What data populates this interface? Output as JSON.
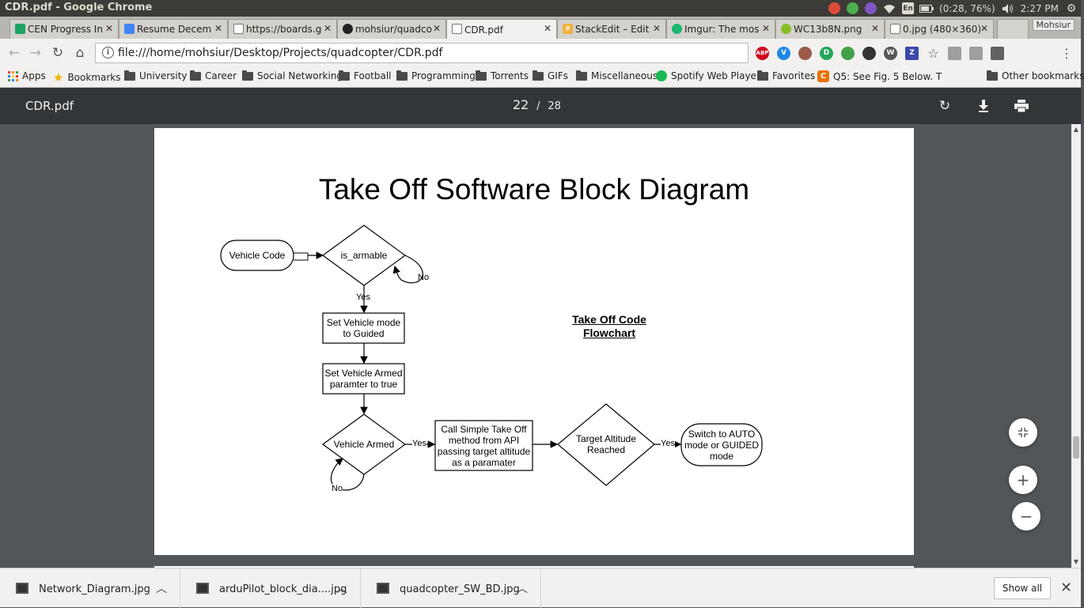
{
  "os": {
    "window_title": "CDR.pdf - Google Chrome",
    "battery": "(0:28, 76%)",
    "time": "2:27 PM",
    "keyboard": "En"
  },
  "tabs": [
    {
      "label": "CEN Progress In",
      "icon": "google-drive-icon",
      "color": "#1da462"
    },
    {
      "label": "Resume Decem",
      "icon": "google-docs-icon",
      "color": "#4285f4"
    },
    {
      "label": "https://boards.g",
      "icon": "page-icon",
      "color": "#777777"
    },
    {
      "label": "mohsiur/quadco",
      "icon": "github-icon",
      "color": "#222222"
    },
    {
      "label": "CDR.pdf",
      "icon": "page-icon",
      "color": "#777777"
    },
    {
      "label": "StackEdit – Edit",
      "icon": "stackedit-icon",
      "color": "#f0b23b"
    },
    {
      "label": "Imgur: The mos",
      "icon": "imgur-icon",
      "color": "#1bb76e"
    },
    {
      "label": "WC13b8N.png",
      "icon": "imgur-green-icon",
      "color": "#85bf25"
    },
    {
      "label": "0.jpg (480×360)",
      "icon": "page-icon",
      "color": "#777777"
    }
  ],
  "profile_name": "Mohsiur",
  "omnibox": {
    "url": "file:///home/mohsiur/Desktop/Projects/quadcopter/CDR.pdf"
  },
  "extensions": [
    {
      "name": "adblock-plus-icon",
      "text": "ABP",
      "color": "#d0021b"
    },
    {
      "name": "vpn-shield-icon",
      "text": "V",
      "color": "#1e88e5"
    },
    {
      "name": "cookie-icon",
      "text": "",
      "color": "#9b5a4a"
    },
    {
      "name": "dashlane-icon",
      "text": "D",
      "color": "#26a65b"
    },
    {
      "name": "leaf-icon",
      "text": "",
      "color": "#43a047"
    },
    {
      "name": "circle-dark-icon",
      "text": "",
      "color": "#333333"
    },
    {
      "name": "wordpress-icon",
      "text": "W",
      "color": "#555555"
    },
    {
      "name": "zotero-icon",
      "text": "Z",
      "color": "#3949ab"
    },
    {
      "name": "star-icon",
      "text": "☆",
      "color": "#f2f1f0"
    },
    {
      "name": "pen-icon",
      "text": "",
      "color": "#9e9e9e"
    },
    {
      "name": "dsl-icon",
      "text": "",
      "color": "#9e9e9e"
    },
    {
      "name": "clipboard-icon",
      "text": "",
      "color": "#616161"
    }
  ],
  "bookmarks": {
    "items": [
      {
        "label": "Apps",
        "icon": "apps-grid-icon"
      },
      {
        "label": "Bookmarks",
        "icon": "star-icon"
      },
      {
        "label": "University",
        "icon": "folder-icon"
      },
      {
        "label": "Career",
        "icon": "folder-icon"
      },
      {
        "label": "Social Networking",
        "icon": "folder-icon"
      },
      {
        "label": "Football",
        "icon": "folder-icon"
      },
      {
        "label": "Programming",
        "icon": "folder-icon"
      },
      {
        "label": "Torrents",
        "icon": "folder-icon"
      },
      {
        "label": "GIFs",
        "icon": "folder-icon"
      },
      {
        "label": "Miscellaneous",
        "icon": "folder-icon"
      },
      {
        "label": "Spotify Web Player",
        "icon": "spotify-icon"
      },
      {
        "label": "Favorites",
        "icon": "folder-icon"
      },
      {
        "label": "Q5: See Fig. 5 Below. T",
        "icon": "chegg-icon"
      }
    ],
    "other": "Other bookmarks"
  },
  "pdf": {
    "filename": "CDR.pdf",
    "current_page": "22",
    "separator": "/",
    "total_pages": "28"
  },
  "diagram": {
    "title": "Take Off Software Block Diagram",
    "flowchart_label_1": "Take Off Code",
    "flowchart_label_2": "Flowchart",
    "nodes": {
      "vehicle_code": "Vehicle Code",
      "is_armable": "is_armable",
      "set_mode": "Set Vehicle mode to Guided",
      "set_armed": "Set Vehicle Armed paramter to true",
      "vehicle_armed": "Vehicle Armed",
      "call_takeoff": "Call Simple Take Off method from API passing target altitude as a paramater",
      "target_reached": "Target Altitude Reached",
      "switch_mode": "Switch to AUTO mode or GUIDED mode"
    },
    "edges": {
      "no_1": "No",
      "yes_1": "Yes",
      "yes_2": "Yes",
      "no_2": "No",
      "yes_3": "Yes"
    }
  },
  "downloads": [
    {
      "name": "Network_Diagram.jpg"
    },
    {
      "name": "arduPilot_block_dia....jpg"
    },
    {
      "name": "quadcopter_SW_BD.jpg"
    }
  ],
  "show_all_label": "Show all"
}
